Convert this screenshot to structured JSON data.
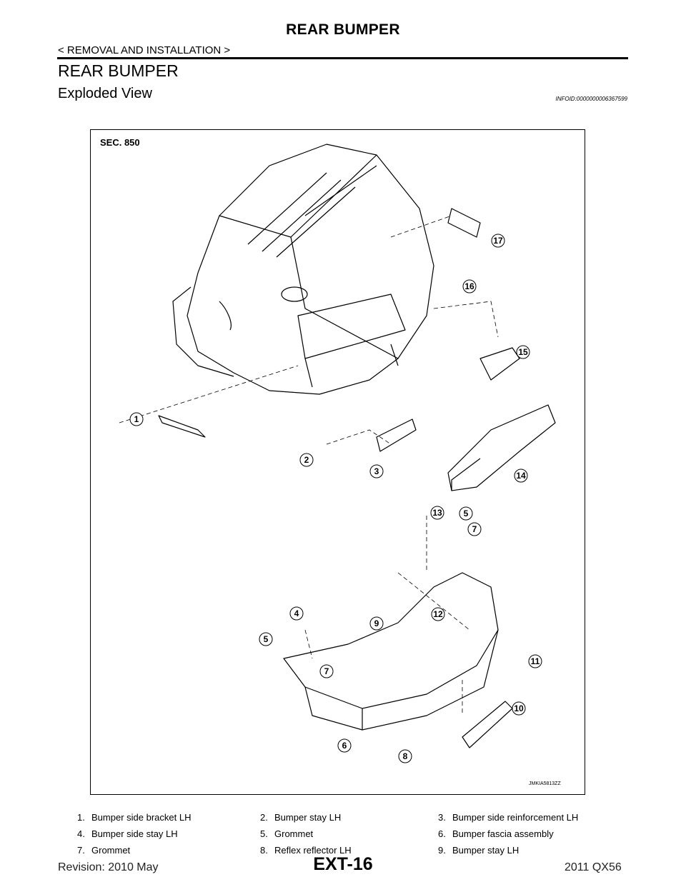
{
  "header": {
    "title": "REAR BUMPER",
    "breadcrumb": "< REMOVAL AND INSTALLATION >"
  },
  "section": {
    "title": "REAR BUMPER",
    "subtitle": "Exploded View",
    "info_id": "INFOID:0000000006367599"
  },
  "figure": {
    "sec_label": "SEC. 850",
    "code": "JMKIA5813ZZ",
    "callouts": [
      "1",
      "2",
      "3",
      "4",
      "5",
      "5",
      "6",
      "7",
      "7",
      "8",
      "9",
      "10",
      "11",
      "12",
      "13",
      "14",
      "15",
      "16",
      "17"
    ]
  },
  "legend": [
    [
      {
        "num": "1.",
        "label": "Bumper side bracket LH"
      },
      {
        "num": "2.",
        "label": "Bumper stay LH"
      },
      {
        "num": "3.",
        "label": "Bumper side reinforcement LH"
      }
    ],
    [
      {
        "num": "4.",
        "label": "Bumper side stay LH"
      },
      {
        "num": "5.",
        "label": "Grommet"
      },
      {
        "num": "6.",
        "label": "Bumper fascia assembly"
      }
    ],
    [
      {
        "num": "7.",
        "label": "Grommet"
      },
      {
        "num": "8.",
        "label": "Reflex reflector LH"
      },
      {
        "num": "9.",
        "label": "Bumper stay LH"
      }
    ]
  ],
  "footer": {
    "revision": "Revision: 2010 May",
    "page": "EXT-16",
    "model": "2011 QX56"
  }
}
